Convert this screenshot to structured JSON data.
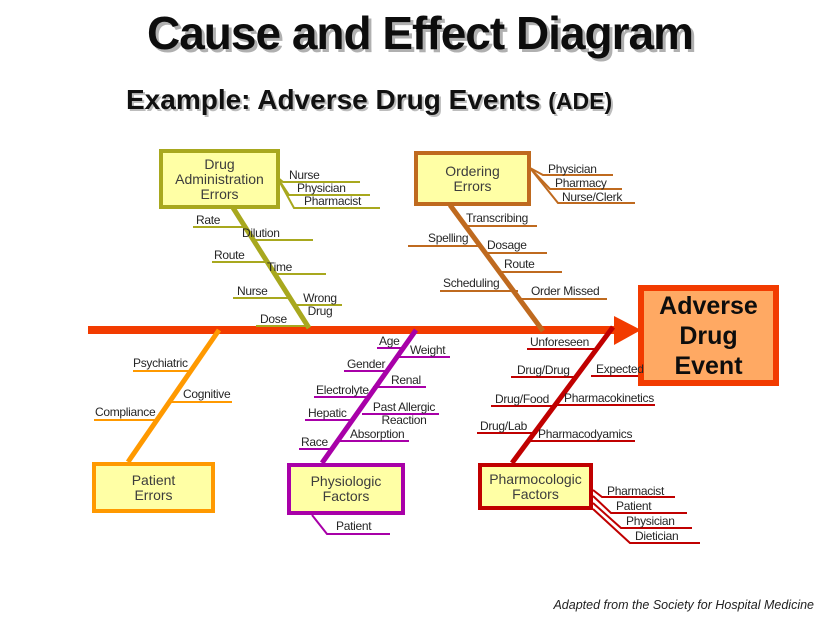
{
  "title": "Cause and Effect Diagram",
  "subtitle": {
    "text": "Example: Adverse Drug Events",
    "abbrev": "(ADE)"
  },
  "footer": "Adapted from the Society for Hospital Medicine",
  "colors": {
    "spine": "#f23b00",
    "admin": "#a8a81e",
    "ordering": "#bf6a1f",
    "patient": "#ff9900",
    "physiologic": "#a800a8",
    "pharmocologic": "#c00000",
    "box-fill": "#ffffa5",
    "effect-fill": "#ffa963"
  },
  "effect": {
    "lines": [
      "Adverse",
      "Drug",
      "Event"
    ]
  },
  "branches": {
    "admin": {
      "name_lines": [
        "Drug",
        "Administration",
        "Errors"
      ],
      "who": [
        "Nurse",
        "Physician",
        "Pharmacist"
      ],
      "ribs": {
        "rate": "Rate",
        "dilution": "Dilution",
        "route": "Route",
        "time": "Time",
        "nurse": "Nurse",
        "wrong_drug": "Wrong Drug",
        "dose": "Dose"
      }
    },
    "ordering": {
      "name_lines": [
        "Ordering",
        "Errors"
      ],
      "who": [
        "Physician",
        "Pharmacy",
        "Nurse/Clerk"
      ],
      "ribs": {
        "transcribing": "Transcribing",
        "spelling": "Spelling",
        "dosage": "Dosage",
        "route": "Route",
        "scheduling": "Scheduling",
        "order_missed": "Order Missed"
      }
    },
    "patient": {
      "name_lines": [
        "Patient",
        "Errors"
      ],
      "ribs": {
        "psychiatric": "Psychiatric",
        "cognitive": "Cognitive",
        "compliance": "Compliance"
      }
    },
    "physiologic": {
      "name_lines": [
        "Physiologic",
        "Factors"
      ],
      "ribs": {
        "age": "Age",
        "weight": "Weight",
        "gender": "Gender",
        "renal": "Renal",
        "electrolyte": "Electrolyte",
        "past_allergic": "Past Allergic Reaction",
        "hepatic": "Hepatic",
        "absorption": "Absorption",
        "race": "Race",
        "patient": "Patient"
      }
    },
    "pharmocologic": {
      "name_lines": [
        "Pharmocologic",
        "Factors"
      ],
      "who": [
        "Pharmacist",
        "Patient",
        "Physician",
        "Dietician"
      ],
      "ribs": {
        "unforeseen": "Unforeseen",
        "drug_drug": "Drug/Drug",
        "expected": "Expected",
        "drug_food": "Drug/Food",
        "pharmacokinetics": "Pharmacokinetics",
        "drug_lab": "Drug/Lab",
        "pharmacodyamics": "Pharmacodyamics"
      }
    }
  }
}
